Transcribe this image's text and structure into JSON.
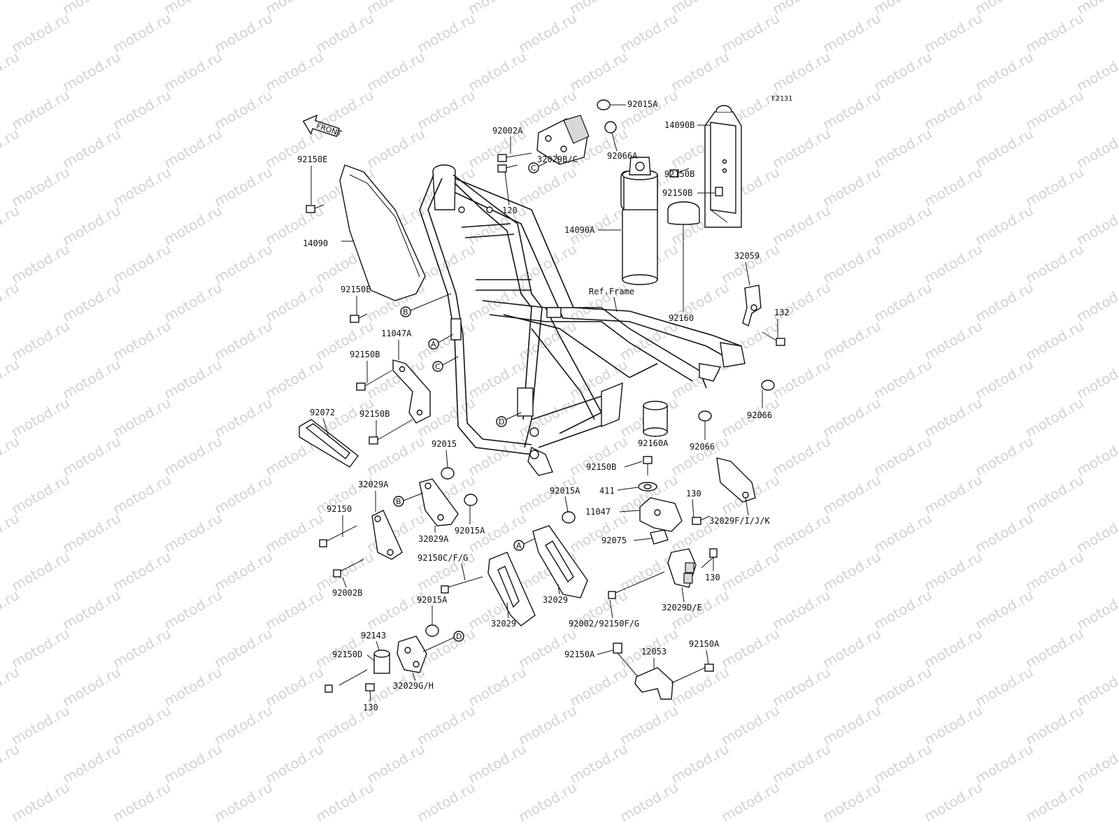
{
  "figure_id": "F2131",
  "front_label": "FRONT",
  "ref_label": "Ref.Frame",
  "watermark": "motod.ru",
  "labels": {
    "92015A_top": "92015A",
    "92002A": "92002A",
    "92066A": "92066A",
    "32029BC": "32029B/C",
    "120": "120",
    "14090B": "14090B",
    "92150B_r1": "92150B",
    "92150B_r2": "92150B",
    "14090A": "14090A",
    "92150E_1": "92150E",
    "14090": "14090",
    "92150E_2": "92150E",
    "32059": "32059",
    "132": "132",
    "92160": "92160",
    "11047A": "11047A",
    "92150B_l1": "92150B",
    "92150B_l2": "92150B",
    "92072": "92072",
    "92066_1": "92066",
    "92066_2": "92066",
    "92160A": "92160A",
    "92015": "92015",
    "32029A_1": "32029A",
    "32029A_2": "32029A",
    "92015A_1": "92015A",
    "92015A_2": "92015A",
    "92015A_3": "92015A",
    "92150": "92150",
    "92002B": "92002B",
    "92150CFG": "92150C/F/G",
    "92150B_mid": "92150B",
    "411": "411",
    "11047": "11047",
    "130_1": "130",
    "130_2": "130",
    "130_3": "130",
    "32029FIJK": "32029F/I/J/K",
    "92075": "92075",
    "32029_1": "32029",
    "32029_2": "32029",
    "32029DE": "32029D/E",
    "92002_92150FG": "92002/92150F/G",
    "92143": "92143",
    "92150D": "92150D",
    "32029GH": "32029G/H",
    "92150A_1": "92150A",
    "92150A_2": "92150A",
    "12053": "12053"
  },
  "refs": {
    "A": "A",
    "B": "B",
    "C": "C",
    "D": "D"
  }
}
